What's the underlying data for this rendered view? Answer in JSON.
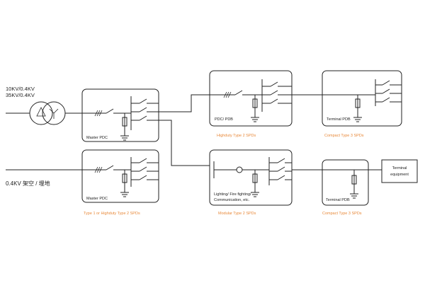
{
  "source": {
    "voltage_1": "10KV/0.4KV",
    "voltage_2": "35KV/0.4KV",
    "line_2": "0.4KV 架空 / 埋地"
  },
  "panels": {
    "master_pdc_1": "Master PDC",
    "master_pdc_2": "Master PDC",
    "pdc_pdb": "PDC/ PDB",
    "terminal_pdb_1": "Terminal PDB",
    "terminal_pdb_2": "Terminal PDB",
    "lighting_1": "Lighting/ Fire fighting/",
    "lighting_2": "Communication, etc.",
    "terminal_equipment_1": "Terminal",
    "terminal_equipment_2": "equipment"
  },
  "spd_labels": {
    "highduty_type2": "Highduty Type 2 SPDs",
    "compact_type3_1": "Compact Type 3 SPDs",
    "type1_highduty": "Type 1 or Highduty Type 2 SPDs",
    "modular_type2": "Modular Type 2 SPDs",
    "compact_type3_2": "Compact Type 3 SPDs"
  },
  "colors": {
    "line": "#222222",
    "spd_label": "#e8893a"
  }
}
